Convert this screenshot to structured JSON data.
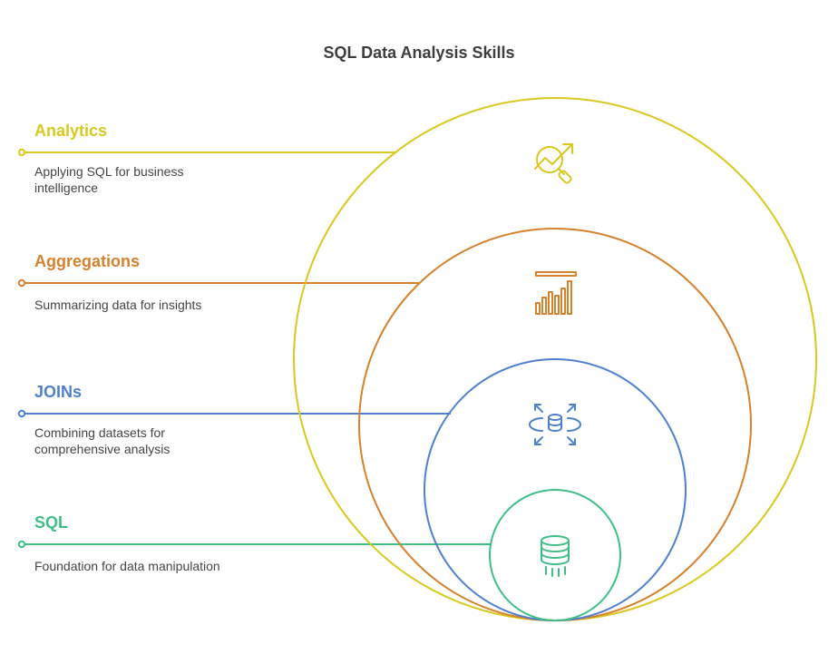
{
  "title": "SQL Data Analysis Skills",
  "levels": [
    {
      "label": "Analytics",
      "description": "Applying SQL for business intelligence",
      "color": "#d9c81e",
      "icon": "analytics-search-icon"
    },
    {
      "label": "Aggregations",
      "description": "Summarizing data for insights",
      "color": "#d6812c",
      "icon": "bar-chart-icon"
    },
    {
      "label": "JOINs",
      "description": "Combining datasets for comprehensive analysis",
      "color": "#4f7fcf",
      "icon": "database-expand-icon"
    },
    {
      "label": "SQL",
      "description": "Foundation for data manipulation",
      "color": "#3fbf86",
      "icon": "database-icon"
    }
  ]
}
